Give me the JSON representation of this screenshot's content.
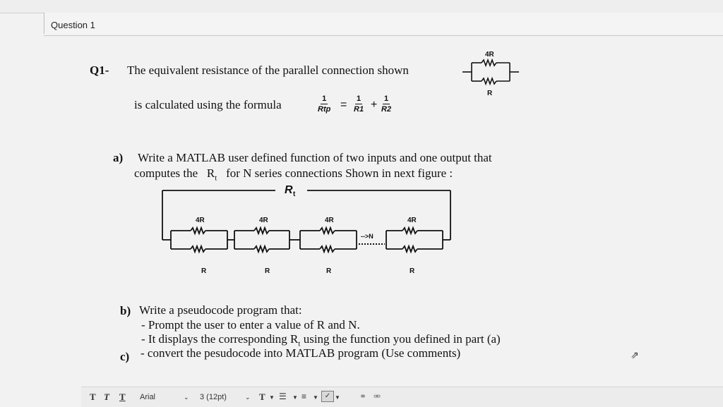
{
  "header": {
    "question_title": "Question 1"
  },
  "q1": {
    "label": "Q1-",
    "line1": "The equivalent resistance of the parallel connection shown",
    "line2": "is calculated using the formula",
    "formula": {
      "lhs_num": "1",
      "lhs_den": "Rtp",
      "eq": "=",
      "t1_num": "1",
      "t1_den": "R1",
      "plus": "+",
      "t2_num": "1",
      "t2_den": "R2"
    },
    "small_circuit": {
      "top_label": "4R",
      "bottom_label": "R"
    }
  },
  "part_a": {
    "marker": "a)",
    "line1": "Write a MATLAB user defined function of two inputs and one output that",
    "line2_pre": "computes the",
    "rt": "R",
    "rt_sub": "t",
    "line2_post": "for N series connections Shown in next figure :"
  },
  "series_circuit": {
    "total_label": "R",
    "total_sub": "t",
    "top_labels": [
      "4R",
      "4R",
      "4R",
      "4R"
    ],
    "bottom_labels": [
      "R",
      "R",
      "R",
      "R"
    ],
    "n_label": "-->N"
  },
  "part_b": {
    "marker": "b)",
    "line1": "Write a pseudocode program that:",
    "line2": "- Prompt the user to enter a value of R and N.",
    "line3_pre": "- It displays the corresponding",
    "rt": "R",
    "rt_sub": "t",
    "line3_post": "using the function you defined in part (a)"
  },
  "part_c": {
    "marker": "c)",
    "line1": "- convert the pesudocode into MATLAB program (Use comments)"
  },
  "toolbar": {
    "t1": "T",
    "t2": "T",
    "t3": "T",
    "font": "Arial",
    "size": "3 (12pt)",
    "text_color": "T"
  }
}
